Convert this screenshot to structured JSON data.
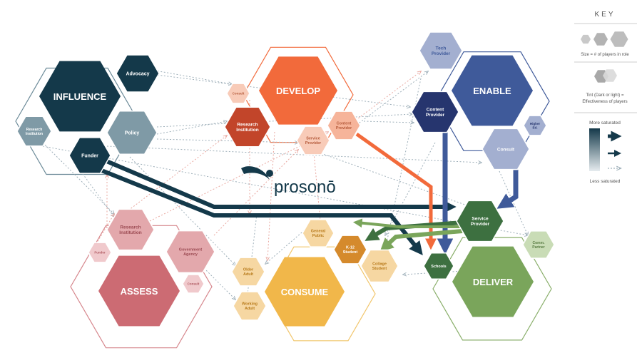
{
  "logo_text": "prosonō",
  "groups": {
    "influence": {
      "label": "INFLUENCE",
      "color": "#14394a",
      "outline": "#6b8a98"
    },
    "develop": {
      "label": "DEVELOP",
      "color": "#f26a3b",
      "outline": "#f26a3b"
    },
    "enable": {
      "label": "ENABLE",
      "color": "#3f5a9a",
      "outline": "#3f5a9a"
    },
    "assess": {
      "label": "ASSESS",
      "color": "#cc6b73",
      "outline": "#d6868c"
    },
    "consume": {
      "label": "CONSUME",
      "color": "#f1b74a",
      "outline": "#f1c56a"
    },
    "deliver": {
      "label": "DELIVER",
      "color": "#7aa55b",
      "outline": "#8aaf6b"
    }
  },
  "nodes": {
    "advocacy": {
      "label": "Advocacy",
      "color": "#14394a",
      "text": "#ffffff"
    },
    "policy": {
      "label": "Policy",
      "color": "#7f9aa6",
      "text": "#ffffff"
    },
    "research_influence": {
      "label": "Research Institution",
      "color": "#7f9aa6",
      "text": "#ffffff"
    },
    "funder": {
      "label": "Funder",
      "color": "#14394a",
      "text": "#ffffff"
    },
    "consult_develop": {
      "label": "Consult",
      "color": "#f8cbb8",
      "text": "#b55a3a"
    },
    "research_develop": {
      "label": "Research Institution",
      "color": "#c2452a",
      "text": "#ffffff"
    },
    "content_develop": {
      "label": "Content Provider",
      "color": "#f6b49a",
      "text": "#b55a3a"
    },
    "service_develop": {
      "label": "Service Provider",
      "color": "#f8cbb8",
      "text": "#b55a3a"
    },
    "tech_provider": {
      "label": "Tech Provider",
      "color": "#a3afd0",
      "text": "#3f5a9a"
    },
    "content_enable": {
      "label": "Content Provider",
      "color": "#26356e",
      "text": "#ffffff"
    },
    "higher_ed": {
      "label": "Higher Ed.",
      "color": "#a3afd0",
      "text": "#26356e"
    },
    "consult_enable": {
      "label": "Consult",
      "color": "#a3afd0",
      "text": "#ffffff"
    },
    "research_assess": {
      "label": "Research Institution",
      "color": "#e3a8ac",
      "text": "#9b4a52"
    },
    "funder_assess": {
      "label": "Funder",
      "color": "#f0c9cc",
      "text": "#b05a62"
    },
    "gov_agency": {
      "label": "Government Agency",
      "color": "#e3a8ac",
      "text": "#9b4a52"
    },
    "consult_assess": {
      "label": "Consult",
      "color": "#f0c9cc",
      "text": "#b05a62"
    },
    "general_public": {
      "label": "General Public",
      "color": "#f6d7a2",
      "text": "#b87a1a"
    },
    "k12": {
      "label": "K-12 Student",
      "color": "#d58a2c",
      "text": "#ffffff"
    },
    "older_adult": {
      "label": "Older Adult",
      "color": "#f6d7a2",
      "text": "#b87a1a"
    },
    "working_adult": {
      "label": "Working Adult",
      "color": "#f6d7a2",
      "text": "#b87a1a"
    },
    "college_student": {
      "label": "Collage Student",
      "color": "#f6d7a2",
      "text": "#b87a1a"
    },
    "service_deliver": {
      "label": "Service Provider",
      "color": "#3d7040",
      "text": "#ffffff"
    },
    "comm_partner": {
      "label": "Comm. Partner",
      "color": "#c9dcb6",
      "text": "#5a7d44"
    },
    "schools": {
      "label": "Schools",
      "color": "#3d7040",
      "text": "#ffffff"
    }
  },
  "key": {
    "title": "KEY",
    "size_text": "Size = # of players in role",
    "tint_text": "Tint (Dark or light) = Effectiveness of players",
    "more_saturated": "More saturated",
    "less_saturated": "Less saturated"
  },
  "colors": {
    "influence_dark": "#14394a",
    "develop_orange": "#f26a3b",
    "enable_blue": "#3f5a9a",
    "deliver_green": "#7aa55b",
    "gray_swatch": "#b3b3b3"
  }
}
